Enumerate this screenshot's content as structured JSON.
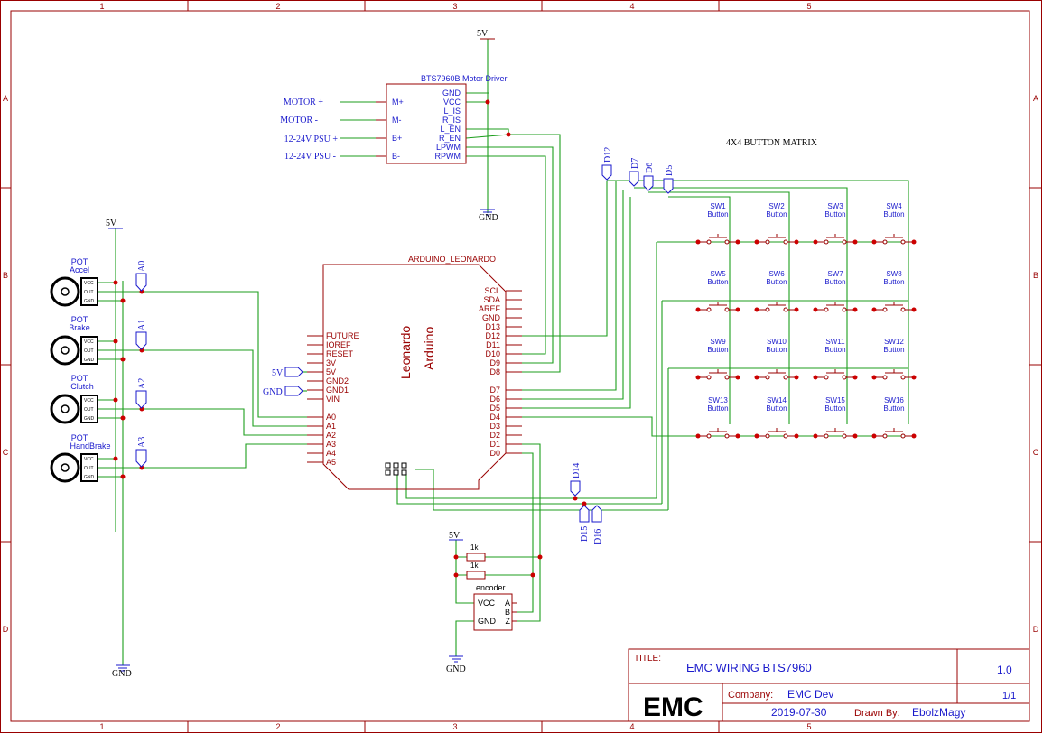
{
  "frame": {
    "cols": [
      "1",
      "2",
      "3",
      "4",
      "5"
    ],
    "rows": [
      "A",
      "B",
      "C",
      "D"
    ]
  },
  "title_block": {
    "title_label": "TITLE:",
    "title": "EMC WIRING BTS7960",
    "revision": "1.0",
    "logo": "EMC",
    "company_label": "Company:",
    "company": "EMC Dev",
    "sheet": "1/1",
    "date": "2019-07-30",
    "drawn_by_label": "Drawn By:",
    "drawn_by": "EbolzMagy"
  },
  "driver": {
    "name": "BTS7960B Motor Driver",
    "left_pins": [
      "M+",
      "M-",
      "B+",
      "B-"
    ],
    "right_pins": [
      "GND",
      "VCC",
      "L_IS",
      "R_IS",
      "L_EN",
      "R_EN",
      "LPWM",
      "RPWM"
    ],
    "net_labels": [
      "MOTOR +",
      "MOTOR -",
      "12-24V PSU +",
      "12-24V PSU -"
    ],
    "supply": "5V",
    "ground": "GND"
  },
  "arduino": {
    "name": "ARDUINO_LEONARDO",
    "body_line1": "Leonardo",
    "body_line2": "Arduino",
    "left_pins": [
      "FUTURE",
      "IOREF",
      "RESET",
      "3V",
      "5V",
      "GND2",
      "GND1",
      "VIN",
      "A0",
      "A1",
      "A2",
      "A3",
      "A4",
      "A5"
    ],
    "right_pins_top": [
      "SCL",
      "SDA",
      "AREF",
      "GND",
      "D13",
      "D12",
      "D11",
      "D10",
      "D9",
      "D8"
    ],
    "right_pins_bottom": [
      "D7",
      "D6",
      "D5",
      "D4",
      "D3",
      "D2",
      "D1",
      "D0"
    ],
    "power_flags": [
      "5V",
      "GND"
    ]
  },
  "pots": {
    "items": [
      {
        "line1": "POT",
        "line2": "Accel",
        "tag": "A0"
      },
      {
        "line1": "POT",
        "line2": "Brake",
        "tag": "A1"
      },
      {
        "line1": "POT",
        "line2": "Clutch",
        "tag": "A2"
      },
      {
        "line1": "POT",
        "line2": "HandBrake",
        "tag": "A3"
      }
    ],
    "pins": [
      "VCC",
      "OUT",
      "GND"
    ],
    "supply": "5V",
    "ground": "GND"
  },
  "matrix": {
    "title": "4X4 BUTTON MATRIX",
    "buttons": [
      {
        "name": "SW1",
        "type": "Button"
      },
      {
        "name": "SW2",
        "type": "Button"
      },
      {
        "name": "SW3",
        "type": "Button"
      },
      {
        "name": "SW4",
        "type": "Button"
      },
      {
        "name": "SW5",
        "type": "Button"
      },
      {
        "name": "SW6",
        "type": "Button"
      },
      {
        "name": "SW7",
        "type": "Button"
      },
      {
        "name": "SW8",
        "type": "Button"
      },
      {
        "name": "SW9",
        "type": "Button"
      },
      {
        "name": "SW10",
        "type": "Button"
      },
      {
        "name": "SW11",
        "type": "Button"
      },
      {
        "name": "SW12",
        "type": "Button"
      },
      {
        "name": "SW13",
        "type": "Button"
      },
      {
        "name": "SW14",
        "type": "Button"
      },
      {
        "name": "SW15",
        "type": "Button"
      },
      {
        "name": "SW16",
        "type": "Button"
      }
    ],
    "top_tags": [
      "D12",
      "D7",
      "D6",
      "D5"
    ],
    "bottom_tags": [
      "D14",
      "D15",
      "D16"
    ]
  },
  "encoder": {
    "name": "encoder",
    "left_pins": [
      "VCC",
      "GND"
    ],
    "right_pins": [
      "A",
      "B",
      "Z"
    ],
    "resistors": [
      "1k",
      "1k"
    ],
    "supply": "5V",
    "ground": "GND"
  }
}
